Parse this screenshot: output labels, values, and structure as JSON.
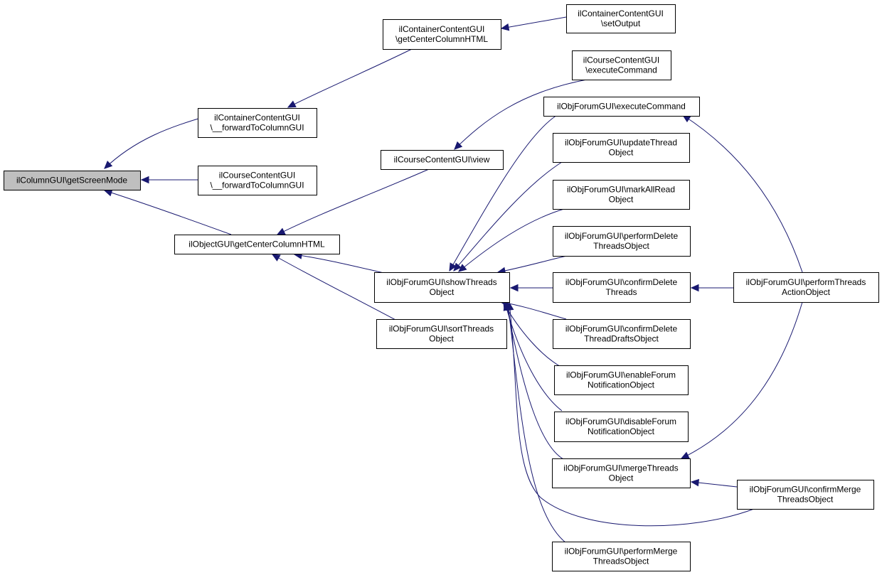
{
  "diagram": {
    "nodes": [
      {
        "id": "n0",
        "lines": [
          "ilColumnGUI\\getScreenMode"
        ],
        "root": true
      },
      {
        "id": "n1",
        "lines": [
          "ilContainerContentGUI",
          "\\__forwardToColumnGUI"
        ]
      },
      {
        "id": "n2",
        "lines": [
          "ilCourseContentGUI",
          "\\__forwardToColumnGUI"
        ]
      },
      {
        "id": "n3",
        "lines": [
          "ilObjectGUI\\getCenterColumnHTML"
        ]
      },
      {
        "id": "n4",
        "lines": [
          "ilContainerContentGUI",
          "\\getCenterColumnHTML"
        ]
      },
      {
        "id": "n5",
        "lines": [
          "ilCourseContentGUI\\view"
        ]
      },
      {
        "id": "n6",
        "lines": [
          "ilObjForumGUI\\showThreads",
          "Object"
        ]
      },
      {
        "id": "n7",
        "lines": [
          "ilObjForumGUI\\sortThreads",
          "Object"
        ]
      },
      {
        "id": "n8",
        "lines": [
          "ilContainerContentGUI",
          "\\setOutput"
        ]
      },
      {
        "id": "n9",
        "lines": [
          "ilCourseContentGUI",
          "\\executeCommand"
        ]
      },
      {
        "id": "n10",
        "lines": [
          "ilObjForumGUI\\executeCommand"
        ]
      },
      {
        "id": "n11",
        "lines": [
          "ilObjForumGUI\\updateThread",
          "Object"
        ]
      },
      {
        "id": "n12",
        "lines": [
          "ilObjForumGUI\\markAllRead",
          "Object"
        ]
      },
      {
        "id": "n13",
        "lines": [
          "ilObjForumGUI\\performDelete",
          "ThreadsObject"
        ]
      },
      {
        "id": "n14",
        "lines": [
          "ilObjForumGUI\\confirmDelete",
          "Threads"
        ]
      },
      {
        "id": "n15",
        "lines": [
          "ilObjForumGUI\\confirmDelete",
          "ThreadDraftsObject"
        ]
      },
      {
        "id": "n16",
        "lines": [
          "ilObjForumGUI\\enableForum",
          "NotificationObject"
        ]
      },
      {
        "id": "n17",
        "lines": [
          "ilObjForumGUI\\disableForum",
          "NotificationObject"
        ]
      },
      {
        "id": "n18",
        "lines": [
          "ilObjForumGUI\\mergeThreads",
          "Object"
        ]
      },
      {
        "id": "n19",
        "lines": [
          "ilObjForumGUI\\performMerge",
          "ThreadsObject"
        ]
      },
      {
        "id": "n20",
        "lines": [
          "ilObjForumGUI\\performThreads",
          "ActionObject"
        ]
      },
      {
        "id": "n21",
        "lines": [
          "ilObjForumGUI\\confirmMerge",
          "ThreadsObject"
        ]
      }
    ],
    "edges": [
      {
        "from": "n1",
        "to": "n0"
      },
      {
        "from": "n2",
        "to": "n0"
      },
      {
        "from": "n3",
        "to": "n0"
      },
      {
        "from": "n4",
        "to": "n1"
      },
      {
        "from": "n5",
        "to": "n3"
      },
      {
        "from": "n6",
        "to": "n3"
      },
      {
        "from": "n7",
        "to": "n3"
      },
      {
        "from": "n8",
        "to": "n4"
      },
      {
        "from": "n9",
        "to": "n5"
      },
      {
        "from": "n10",
        "to": "n6"
      },
      {
        "from": "n11",
        "to": "n6"
      },
      {
        "from": "n12",
        "to": "n6"
      },
      {
        "from": "n13",
        "to": "n6"
      },
      {
        "from": "n14",
        "to": "n6"
      },
      {
        "from": "n15",
        "to": "n6"
      },
      {
        "from": "n16",
        "to": "n6"
      },
      {
        "from": "n17",
        "to": "n6"
      },
      {
        "from": "n18",
        "to": "n6"
      },
      {
        "from": "n19",
        "to": "n6"
      },
      {
        "from": "n21",
        "to": "n6"
      },
      {
        "from": "n20",
        "to": "n10"
      },
      {
        "from": "n20",
        "to": "n14"
      },
      {
        "from": "n20",
        "to": "n18"
      },
      {
        "from": "n21",
        "to": "n18"
      }
    ]
  }
}
